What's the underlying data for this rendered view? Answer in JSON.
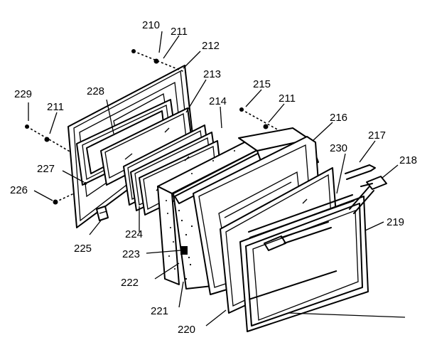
{
  "diagram": {
    "labels": {
      "l210": "210",
      "l211a": "211",
      "l212": "212",
      "l213": "213",
      "l214": "214",
      "l215": "215",
      "l211b": "211",
      "l216": "216",
      "l217": "217",
      "l218": "218",
      "l219": "219",
      "l220": "220",
      "l221": "221",
      "l222": "222",
      "l223": "223",
      "l224": "224",
      "l225": "225",
      "l226": "226",
      "l227": "227",
      "l228": "228",
      "l229": "229",
      "l211c": "211",
      "l230": "230"
    }
  }
}
